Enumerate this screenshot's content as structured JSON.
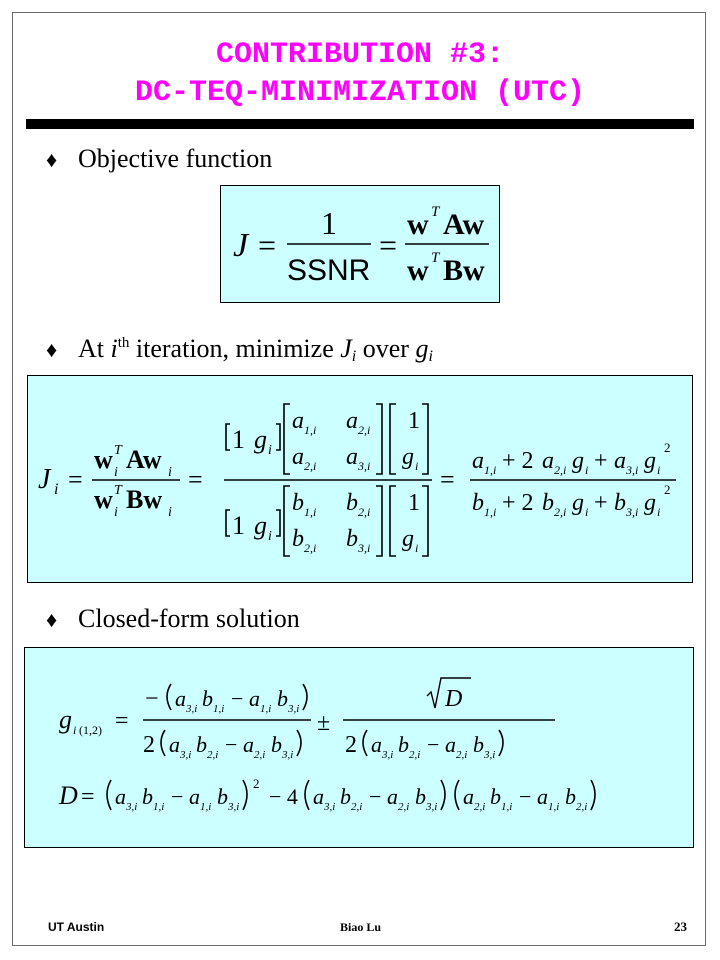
{
  "slide": {
    "title_line1": "CONTRIBUTION #3:",
    "title_line2": "DC-TEQ-MINIMIZATION (UTC)",
    "bullet_glyph": "♦",
    "bullet1": "Objective function",
    "bullet2": {
      "p1": "At ",
      "i": "i",
      "th": "th",
      "p2": " iteration, minimize ",
      "J": "J",
      "Jsub": "i",
      "p3": " over ",
      "g": "g",
      "gsub": "i"
    },
    "bullet3": "Closed-form solution",
    "box_color": "#ccffff",
    "title_color": "#ff00ff"
  },
  "footer": {
    "left": "UT Austin",
    "center": "Biao Lu",
    "page": "23"
  }
}
